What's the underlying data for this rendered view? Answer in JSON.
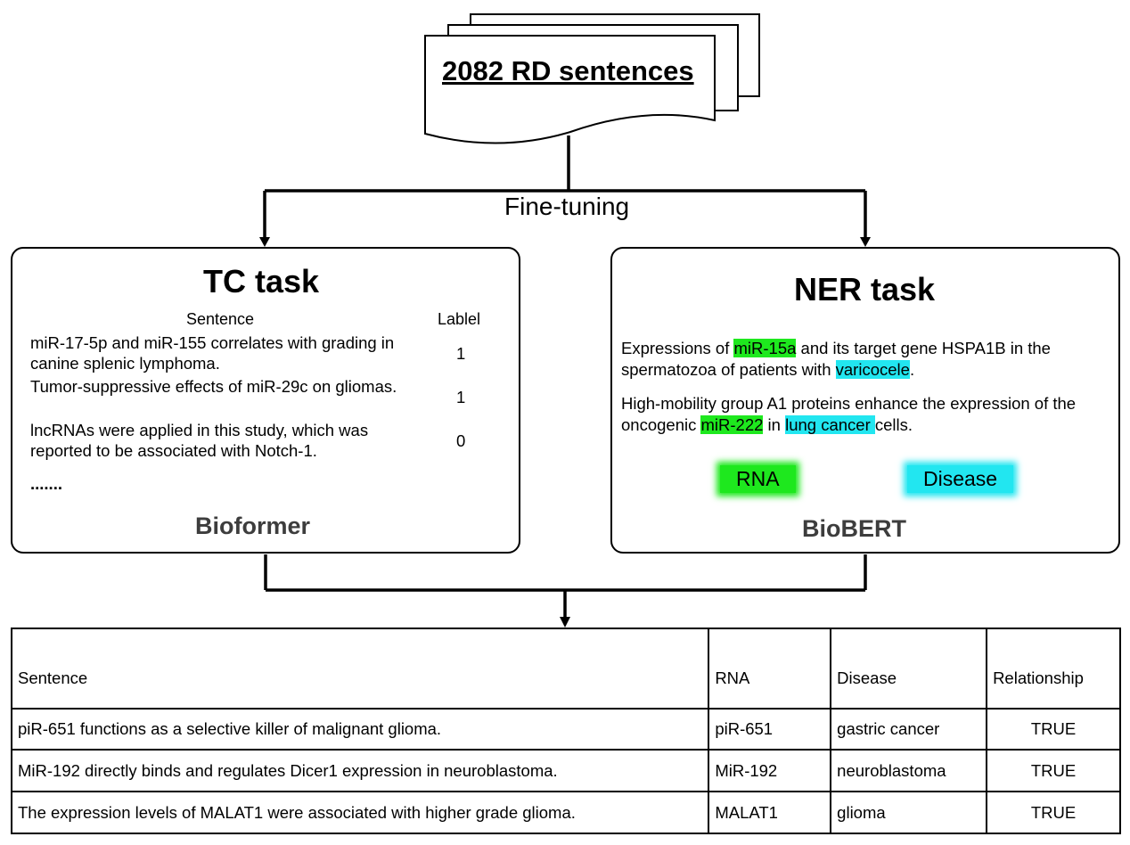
{
  "document": {
    "title": "2082 RD sentences"
  },
  "flow": {
    "fine_tuning_label": "Fine-tuning"
  },
  "tc_panel": {
    "title": "TC task",
    "sentence_header": "Sentence",
    "label_header": "Lablel",
    "rows": [
      {
        "sentence": "miR-17-5p and miR-155 correlates with grading in canine splenic lymphoma.",
        "label": "1"
      },
      {
        "sentence": "Tumor-suppressive effects of miR-29c on gliomas.",
        "label": "1"
      },
      {
        "sentence": "lncRNAs were applied in this study, which was reported to be associated with Notch-1.",
        "label": "0"
      }
    ],
    "ellipsis": ".......",
    "model": "Bioformer"
  },
  "ner_panel": {
    "title": "NER task",
    "sentence1": {
      "pre": "Expressions of ",
      "rna": "miR-15a",
      "mid": " and its target gene HSPA1B in the spermatozoa of patients with ",
      "disease": "varicocele",
      "post": "."
    },
    "sentence2": {
      "pre": "High-mobility group A1 proteins enhance the expression of the oncogenic ",
      "rna": "miR-222",
      "mid": " in ",
      "disease": "lung cancer ",
      "post": "cells."
    },
    "legend": {
      "rna": "RNA",
      "disease": "Disease"
    },
    "model": "BioBERT"
  },
  "colors": {
    "rna_highlight": "#1ee81e",
    "disease_highlight": "#22e6f0"
  },
  "result_table": {
    "headers": [
      "Sentence",
      "RNA",
      "Disease",
      "Relationship"
    ],
    "rows": [
      [
        "piR-651 functions as a selective killer of malignant glioma.",
        "piR-651",
        "gastric cancer",
        "TRUE"
      ],
      [
        "MiR-192 directly binds and regulates Dicer1 expression in neuroblastoma.",
        "MiR-192",
        "neuroblastoma",
        "TRUE"
      ],
      [
        "The expression levels of MALAT1 were associated with higher grade glioma.",
        "MALAT1",
        "glioma",
        "TRUE"
      ]
    ]
  }
}
